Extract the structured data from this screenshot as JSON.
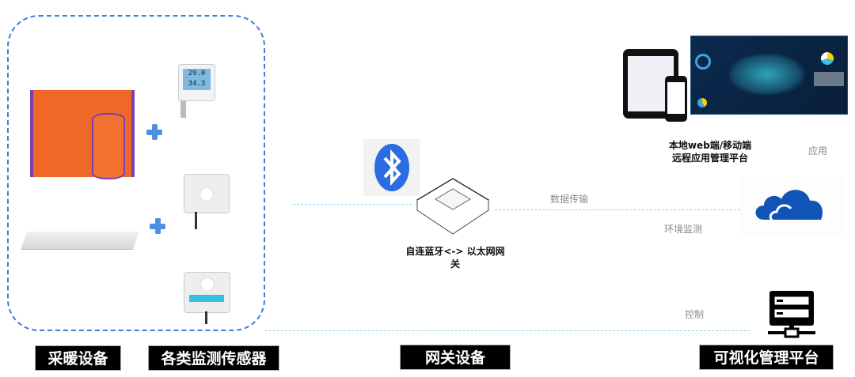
{
  "sections": {
    "heating": "采暖设备",
    "sensors": "各类监测传感器",
    "gateway": "网关设备",
    "platform": "可视化管理平台"
  },
  "gateway": {
    "caption_line1": "自连蓝牙<-> 以太网网",
    "caption_line2": "关",
    "icon": "bluetooth-icon"
  },
  "platform_top": {
    "caption_line1": "本地web端/移动端",
    "caption_line2": "远程应用管理平台",
    "side_label": "应用"
  },
  "links": {
    "data_transfer": "数据传输",
    "env_monitor": "环境监测",
    "control": "控制"
  },
  "sensor_display": {
    "temp": "29.0",
    "humidity": "34.3"
  },
  "colors": {
    "accent": "#3d7fd6",
    "cloud": "#1154b8",
    "bluetooth": "#2a6de0",
    "heating_film": "#f0672a"
  }
}
